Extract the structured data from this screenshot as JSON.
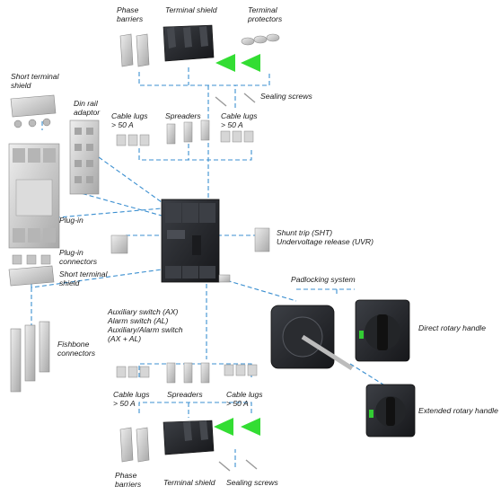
{
  "labels": {
    "phase_barriers_top": [
      "Phase",
      "barriers"
    ],
    "terminal_shield_top": [
      "Terminal shield"
    ],
    "terminal_protectors": [
      "Terminal",
      "protectors"
    ],
    "sealing_screws_top": [
      "Sealing screws"
    ],
    "short_terminal_shield_top": [
      "Short terminal",
      "shield"
    ],
    "din_rail_adaptor": [
      "Din rail",
      "adaptor"
    ],
    "cable_lugs_top_left": [
      "Cable lugs",
      "> 50 A"
    ],
    "spreaders_top": [
      "Spreaders"
    ],
    "cable_lugs_top_right": [
      "Cable lugs",
      "> 50 A"
    ],
    "shunt_trip": [
      "Shunt trip (SHT)",
      "Undervoltage release (UVR)"
    ],
    "plug_in": [
      "Plug-in"
    ],
    "plug_in_connectors": [
      "Plug-in",
      "connectors"
    ],
    "short_terminal_shield_bottom": [
      "Short terminal",
      "shield"
    ],
    "padlocking_system": [
      "Padlocking system"
    ],
    "direct_rotary_handle": [
      "Direct rotary handle"
    ],
    "auxiliary_switches": [
      "Auxiliary switch (AX)",
      "Alarm switch (AL)",
      "Auxiliary/Alarm switch",
      "(AX + AL)"
    ],
    "fishbone_connectors": [
      "Fishbone",
      "connectors"
    ],
    "extended_rotary_handle": [
      "Extended rotary handle"
    ],
    "cable_lugs_bottom_left": [
      "Cable lugs",
      "> 50 A"
    ],
    "spreaders_bottom": [
      "Spreaders"
    ],
    "cable_lugs_bottom_right": [
      "Cable lugs",
      "> 50 A"
    ],
    "phase_barriers_bottom": [
      "Phase",
      "barriers"
    ],
    "terminal_shield_bottom": [
      "Terminal shield"
    ],
    "sealing_screws_bottom": [
      "Sealing screws"
    ]
  },
  "colors": {
    "connector_line": "#3b8fd0",
    "arrow_green": "#33dd33",
    "breaker_body": "#2b2d31",
    "accessory_grey": "#c9c9c9"
  },
  "icons": [
    "circuit-breaker-icon",
    "rotary-handle-icon",
    "green-arrow-icon"
  ]
}
